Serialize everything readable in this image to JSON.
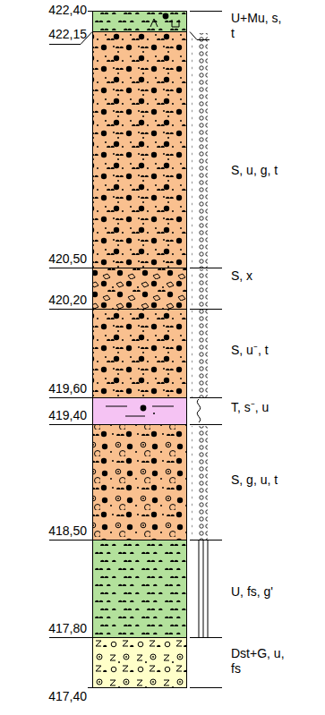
{
  "diagram": {
    "labels": [
      "422,40",
      "U+Mu, s, t",
      "422,15",
      "S, u, g, t",
      "420,50",
      "S, x",
      "420,20",
      "S, u⁻, t",
      "419,60",
      "T, s⁻, u",
      "419,40",
      "S, g, u, t",
      "418,50",
      "U, fs, g'",
      "417,80",
      "Dst+G, u, fs",
      "417,40"
    ]
  }
}
